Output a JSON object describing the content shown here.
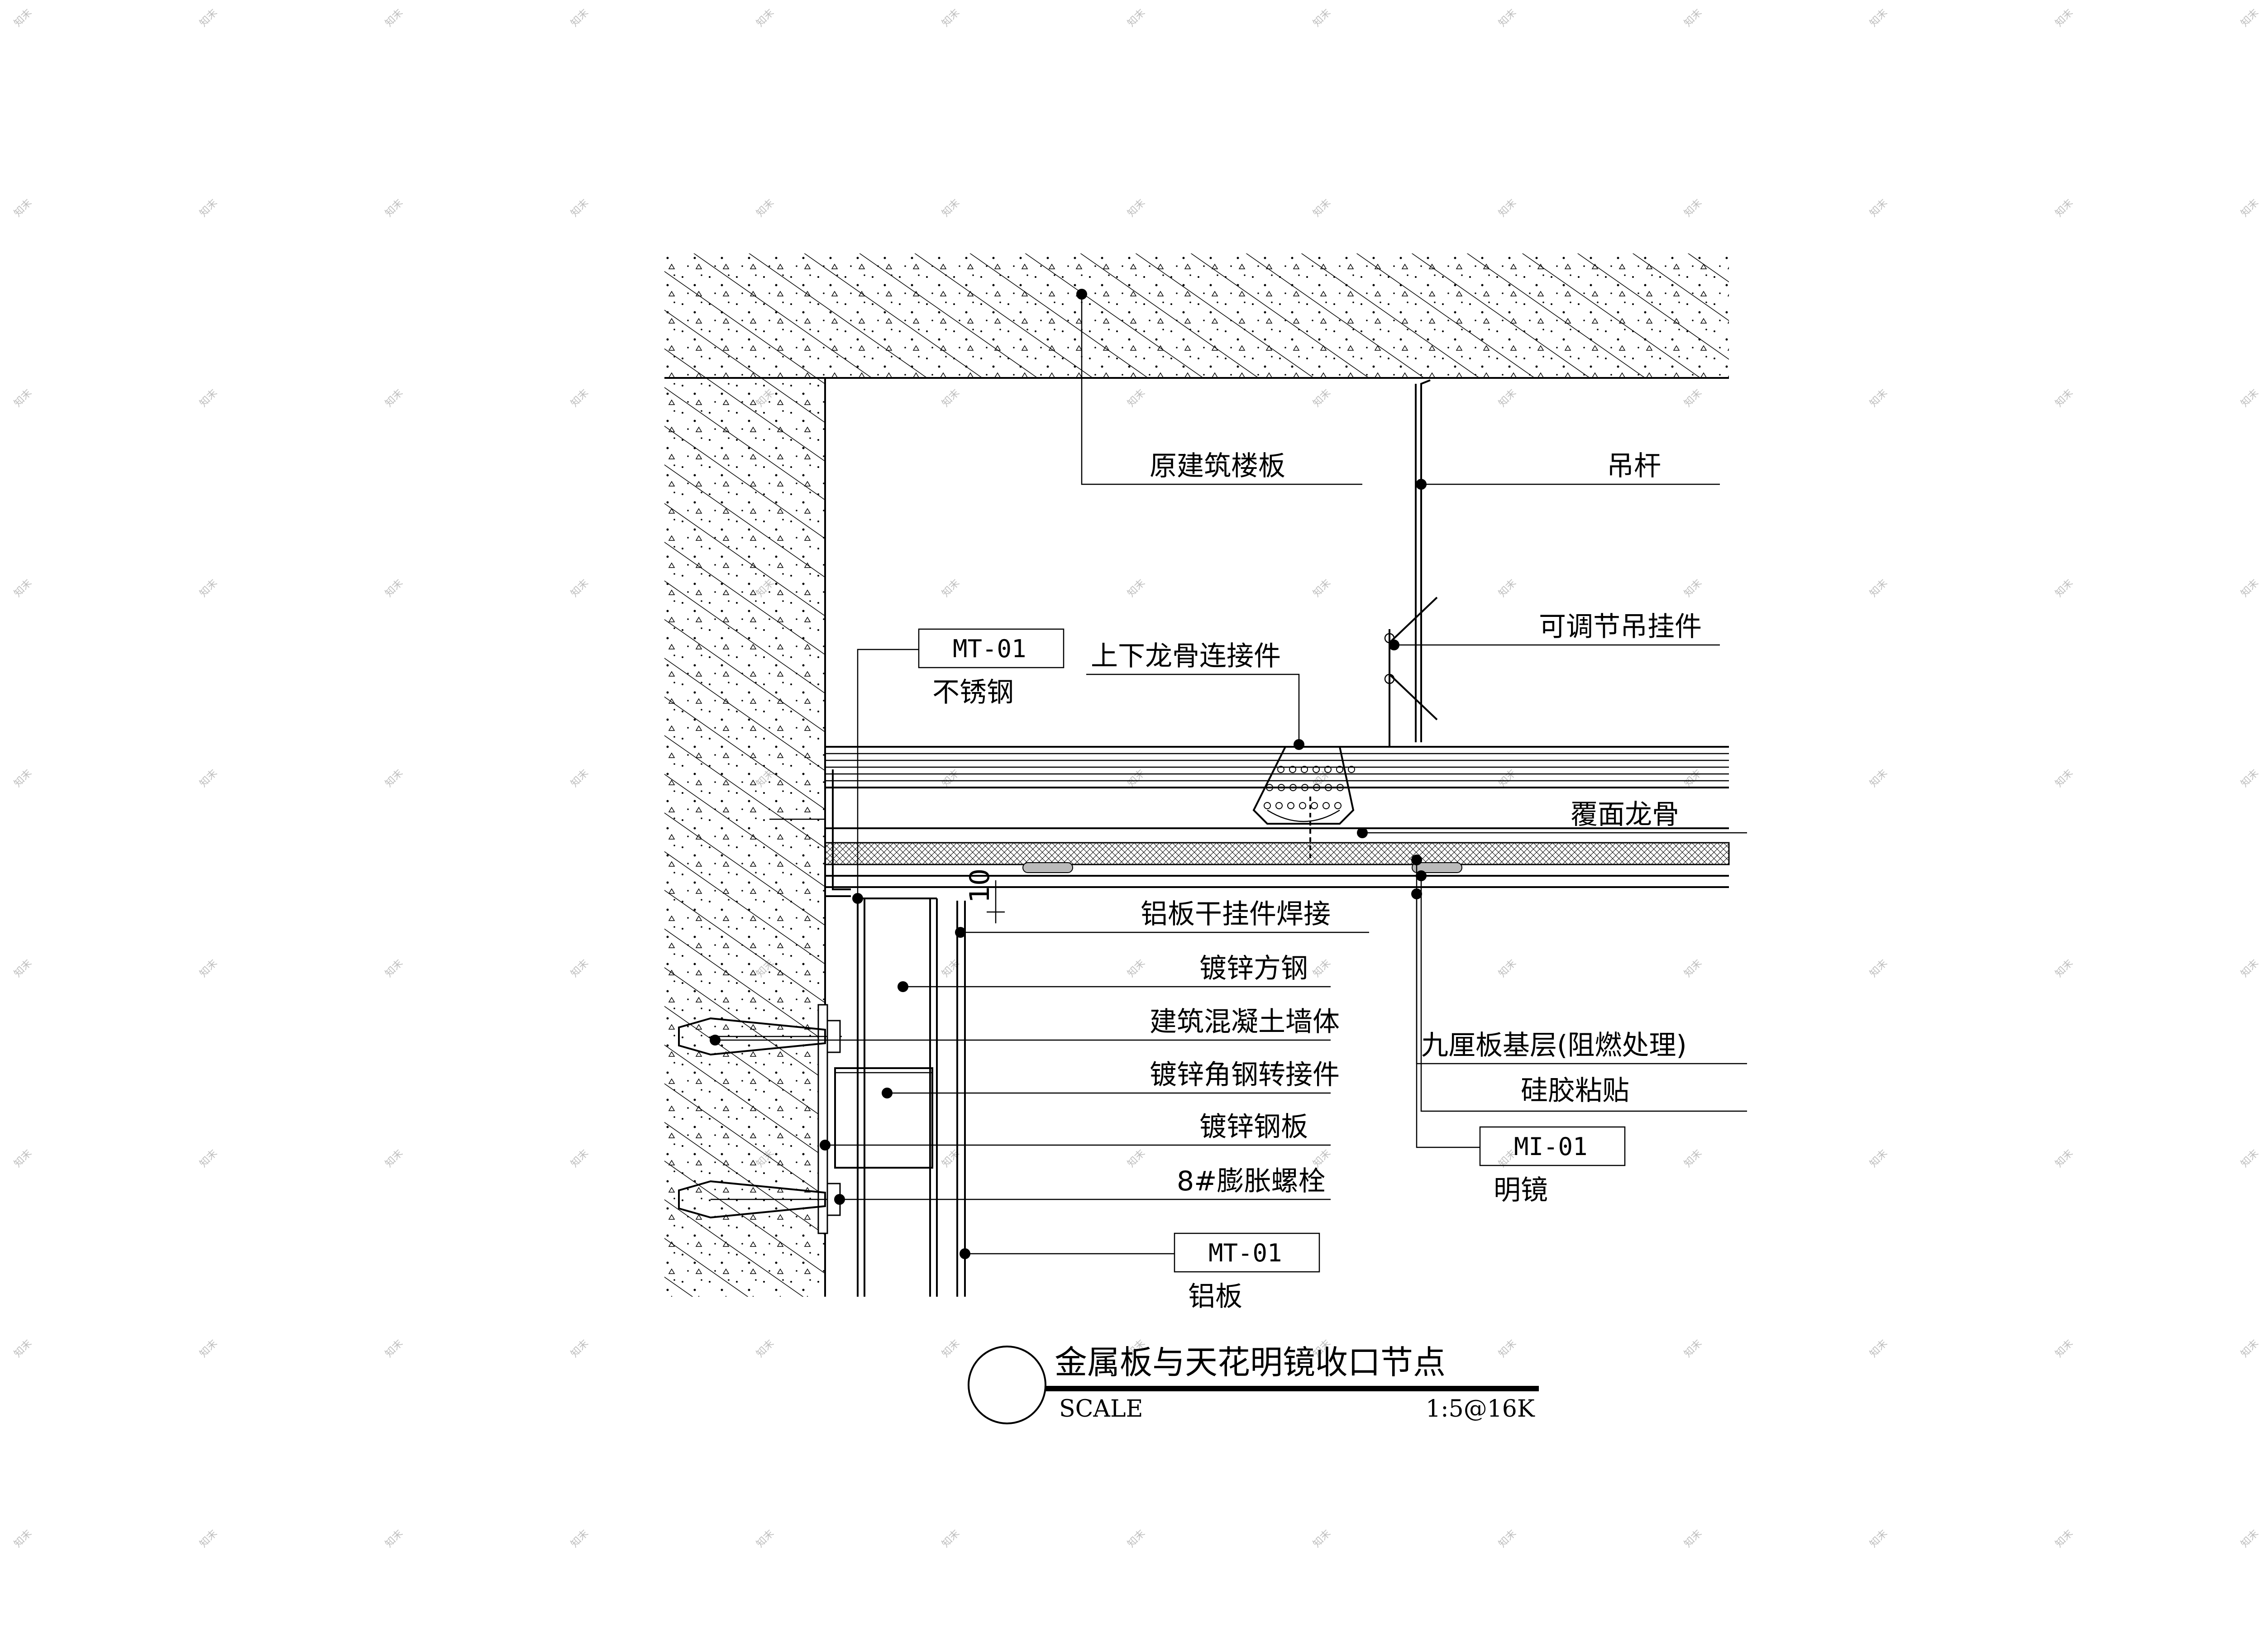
{
  "diagram": {
    "title": "金属板与天花明镜收口节点",
    "scale_label": "SCALE",
    "scale_value": "1:5@16K",
    "dimension": "10",
    "labels": {
      "slab": "原建筑楼板",
      "hanger_rod": "吊杆",
      "adjustable_hanger": "可调节吊挂件",
      "connector": "上下龙骨连接件",
      "cover_keel": "覆面龙骨",
      "welded_hanger": "铝板干挂件焊接",
      "square_steel": "镀锌方钢",
      "concrete_wall": "建筑混凝土墙体",
      "angle_adapter": "镀锌角钢转接件",
      "steel_plate": "镀锌钢板",
      "expansion_bolt": "8#膨胀螺栓",
      "plywood_base": "九厘板基层(阻燃处理)",
      "silicone": "硅胶粘贴",
      "mirror_tag": "MI-01",
      "mirror": "明镜",
      "stainless_tag": "MT-01",
      "stainless": "不锈钢",
      "aluminum_tag": "MT-01",
      "aluminum": "铝板"
    },
    "watermark": "知末"
  }
}
